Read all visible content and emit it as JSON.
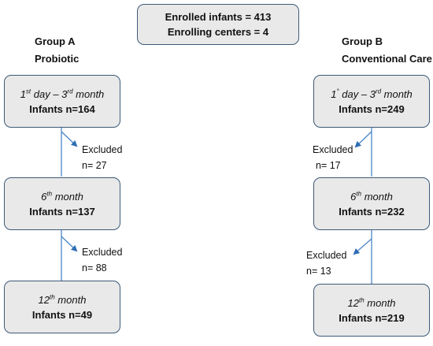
{
  "enrollment": {
    "infants_line": "Enrolled infants = 413",
    "centers_line": "Enrolling centers = 4"
  },
  "groups": [
    {
      "name": "Group A",
      "arm": "Probiotic",
      "stages": [
        {
          "period_prefix": "1",
          "period_sup": "st",
          "period_suffix": " day – 3",
          "period_sup2": "rd",
          "period_end": " month",
          "count": "Infants n=164"
        },
        {
          "period_prefix": "6",
          "period_sup": "th",
          "period_end": " month",
          "count": "Infants n=137"
        },
        {
          "period_prefix": "12",
          "period_sup": "th",
          "period_end": " month",
          "count": "Infants n=49"
        }
      ],
      "exclusions": [
        {
          "label": "Excluded",
          "count": "n= 27"
        },
        {
          "label": "Excluded",
          "count": "n= 88"
        }
      ]
    },
    {
      "name": "Group B",
      "arm": "Conventional Care",
      "stages": [
        {
          "period_prefix": "1",
          "period_sup": "°",
          "period_suffix": " day – 3",
          "period_sup2": "rd",
          "period_end": " month",
          "count": "Infants n=249"
        },
        {
          "period_prefix": "6",
          "period_sup": "th",
          "period_end": " month",
          "count": "Infants n=232"
        },
        {
          "period_prefix": "12",
          "period_sup": "th",
          "period_end": " month",
          "count": "Infants n=219"
        }
      ],
      "exclusions": [
        {
          "label": "Excluded",
          "count": "n= 17"
        },
        {
          "label": "Excluded",
          "count": "n= 13"
        }
      ]
    }
  ],
  "colors": {
    "line": "#4a86c5",
    "box_border": "#3c5a78",
    "box_fill": "#e9e9e9"
  }
}
